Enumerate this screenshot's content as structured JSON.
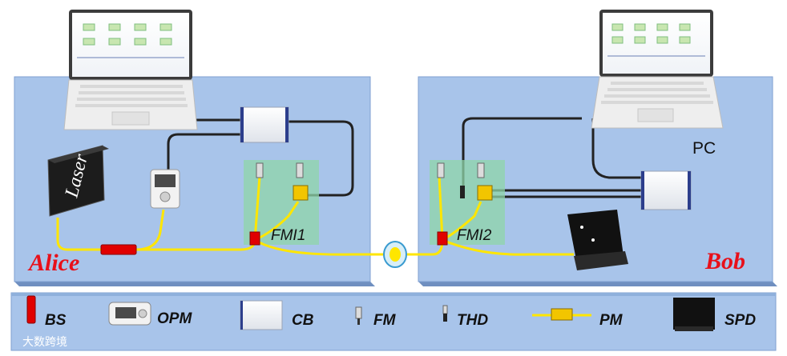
{
  "panels": {
    "alice_label": "Alice",
    "bob_label": "Bob",
    "pc_label": "PC",
    "fmi1_label": "FMI1",
    "fmi2_label": "FMI2",
    "laser_label": "Laser"
  },
  "legend": {
    "items": [
      {
        "key": "bs",
        "label": "BS"
      },
      {
        "key": "opm",
        "label": "OPM"
      },
      {
        "key": "cb",
        "label": "CB"
      },
      {
        "key": "fm",
        "label": "FM"
      },
      {
        "key": "thd",
        "label": "THD"
      },
      {
        "key": "pm",
        "label": "PM"
      },
      {
        "key": "spd",
        "label": "SPD"
      }
    ]
  },
  "watermark": {
    "text": "大数跨境"
  },
  "colors": {
    "panel": "#a8c4ea",
    "fiber": "#ffe600",
    "fmi_box": "#8fd6a8",
    "label_red": "#e8101a"
  }
}
